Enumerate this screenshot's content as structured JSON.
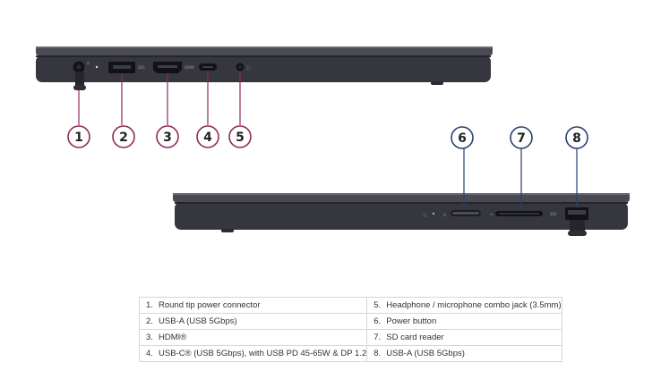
{
  "callouts": [
    {
      "num": "1",
      "color": "#8e2a5c"
    },
    {
      "num": "2",
      "color": "#8e2a5c"
    },
    {
      "num": "3",
      "color": "#8e2a5c"
    },
    {
      "num": "4",
      "color": "#8e2a5c"
    },
    {
      "num": "5",
      "color": "#8e2a5c"
    },
    {
      "num": "6",
      "color": "#2b3f73"
    },
    {
      "num": "7",
      "color": "#2b3f73"
    },
    {
      "num": "8",
      "color": "#2b3f73"
    }
  ],
  "colors": {
    "laptop_body": "#36363f",
    "laptop_lid": "#4a4a54",
    "leader_left": "#8e2a5c",
    "leader_right": "#2b3f73"
  },
  "ports": {
    "usb_a_tag": "SS5",
    "hdmi_tag": "HDMI",
    "usb_a_right_tag": "SS5"
  },
  "legend": {
    "rows": [
      {
        "left_idx": "1.",
        "left": "Round tip power connector",
        "right_idx": "5.",
        "right": "Headphone / microphone combo jack (3.5mm)"
      },
      {
        "left_idx": "2.",
        "left": "USB-A (USB 5Gbps)",
        "right_idx": "6.",
        "right": "Power button"
      },
      {
        "left_idx": "3.",
        "left": "HDMI®",
        "right_idx": "7.",
        "right": "SD card reader"
      },
      {
        "left_idx": "4.",
        "left": "USB-C® (USB 5Gbps), with USB PD 45-65W & DP 1.2",
        "right_idx": "8.",
        "right": "USB-A (USB 5Gbps)"
      }
    ]
  }
}
